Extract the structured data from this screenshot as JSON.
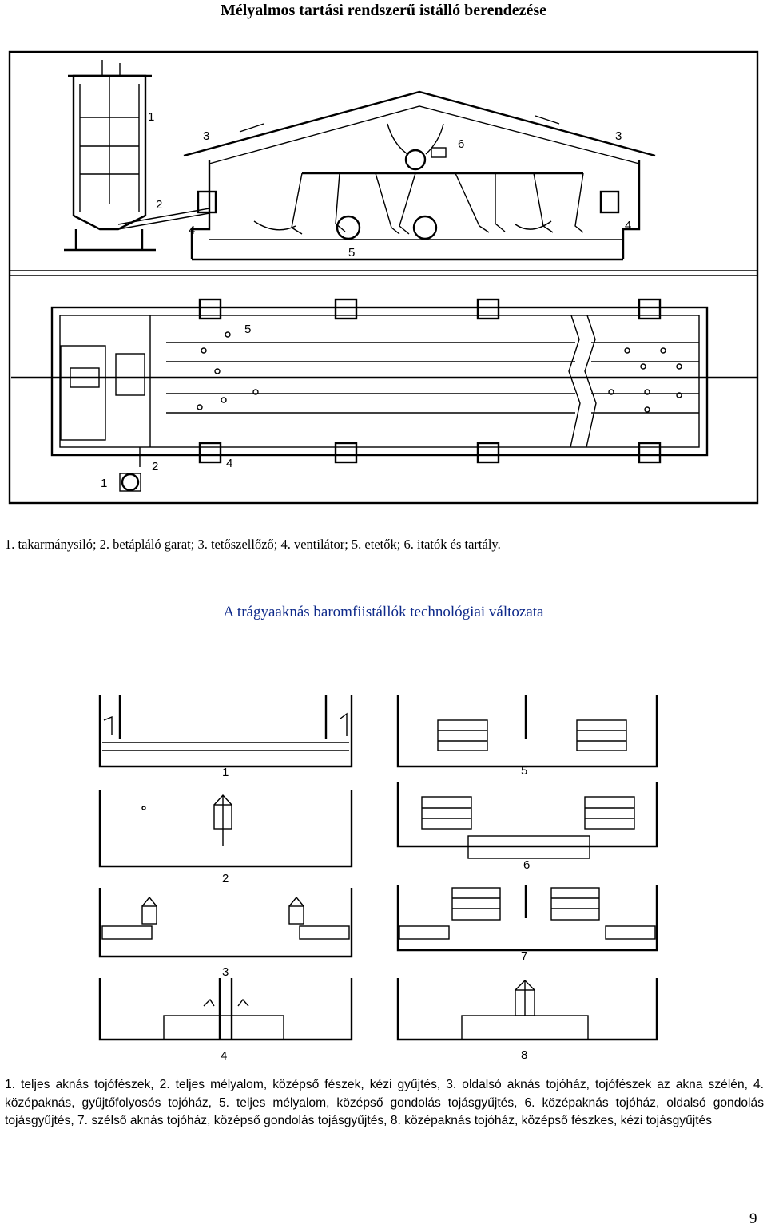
{
  "header": {
    "title": "Mélyalmos tartási rendszerű istálló berendezése"
  },
  "figure1": {
    "caption": "1. takarmánysiló; 2. betápláló garat; 3. tetőszellőző; 4. ventilátor; 5. etetők; 6. itatók és tartály.",
    "section_labels": {
      "n1": "1",
      "n2": "2",
      "n3a": "3",
      "n3b": "3",
      "n4a": "4",
      "n4b": "4",
      "n5": "5",
      "n6": "6"
    },
    "plan_labels": {
      "n1": "1",
      "n2": "2",
      "n4": "4",
      "n5": "5"
    }
  },
  "section2": {
    "title": "A trágyaaknás baromfiistállók technológiai változata"
  },
  "figure2": {
    "variant_labels": [
      "1",
      "2",
      "3",
      "4",
      "5",
      "6",
      "7",
      "8"
    ],
    "caption": "1. teljes aknás tojófészek, 2. teljes mélyalom, középső fészek, kézi gyűjtés, 3. oldalsó aknás tojóház, tojófészek az akna szélén, 4. középaknás, gyűjtőfolyosós tojóház, 5. teljes mélyalom, középső gondolás tojásgyűjtés, 6. középaknás tojóház, oldalsó gondolás tojásgyűjtés, 7. szélső aknás tojóház, középső gondolás tojásgyűjtés, 8. középaknás tojóház, középső fészkes, kézi tojásgyűjtés"
  },
  "footer": {
    "page_number": "9"
  }
}
